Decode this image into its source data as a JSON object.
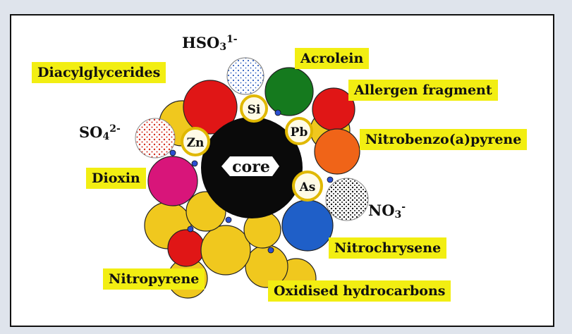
{
  "diagram": {
    "core_label": "core",
    "metals": {
      "si": "Si",
      "pb": "Pb",
      "zn": "Zn",
      "as": "As"
    },
    "labels": {
      "diacylglycerides": "Diacylglycerides",
      "acrolein": "Acrolein",
      "allergen_fragment": "Allergen fragment",
      "nitrobenzopyrene": "Nitrobenzo(a)pyrene",
      "dioxin": "Dioxin",
      "nitrochrysene": "Nitrochrysene",
      "nitropyrene": "Nitropyrene",
      "oxidised_hydrocarbons": "Oxidised hydrocarbons"
    },
    "ions": {
      "hso3": {
        "base": "HSO",
        "sub": "3",
        "sup": "1-"
      },
      "so4": {
        "base": "SO",
        "sub": "4",
        "sup": "2-"
      },
      "no3": {
        "base": "NO",
        "sub": "3",
        "sup": "-"
      }
    },
    "colors": {
      "background": "#dfe4ec",
      "label_yellow": "#f2ee12",
      "core": "#0a0a0a",
      "yellow_particle": "#f0c81e",
      "red_particle": "#e01616",
      "green_particle": "#157a1e",
      "blue_particle": "#1f5fc8",
      "orange_particle": "#f06418",
      "magenta_particle": "#d8157a"
    }
  }
}
